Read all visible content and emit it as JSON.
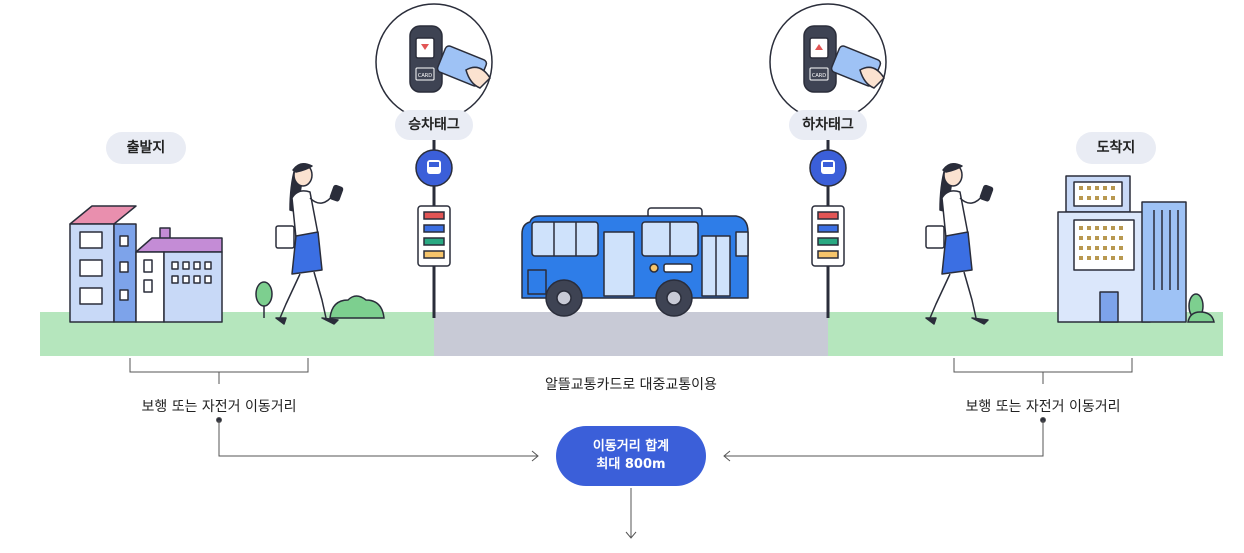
{
  "start_label": "출발지",
  "end_label": "도착지",
  "board_tag": "승차태그",
  "alight_tag": "하차태그",
  "card_text": "CARD",
  "left_caption": "보행 또는 자전거 이동거리",
  "middle_caption": "알뜰교통카드로 대중교통이용",
  "right_caption": "보행 또는 자전거 이동거리",
  "total": {
    "line1": "이동거리 합계",
    "line2": "최대 800m"
  },
  "colors": {
    "grass": "#b5e6bd",
    "road": "#c8cad6",
    "bus": "#2e7de8",
    "accent": "#3b5fd9",
    "pill": "#e9ecf4"
  }
}
